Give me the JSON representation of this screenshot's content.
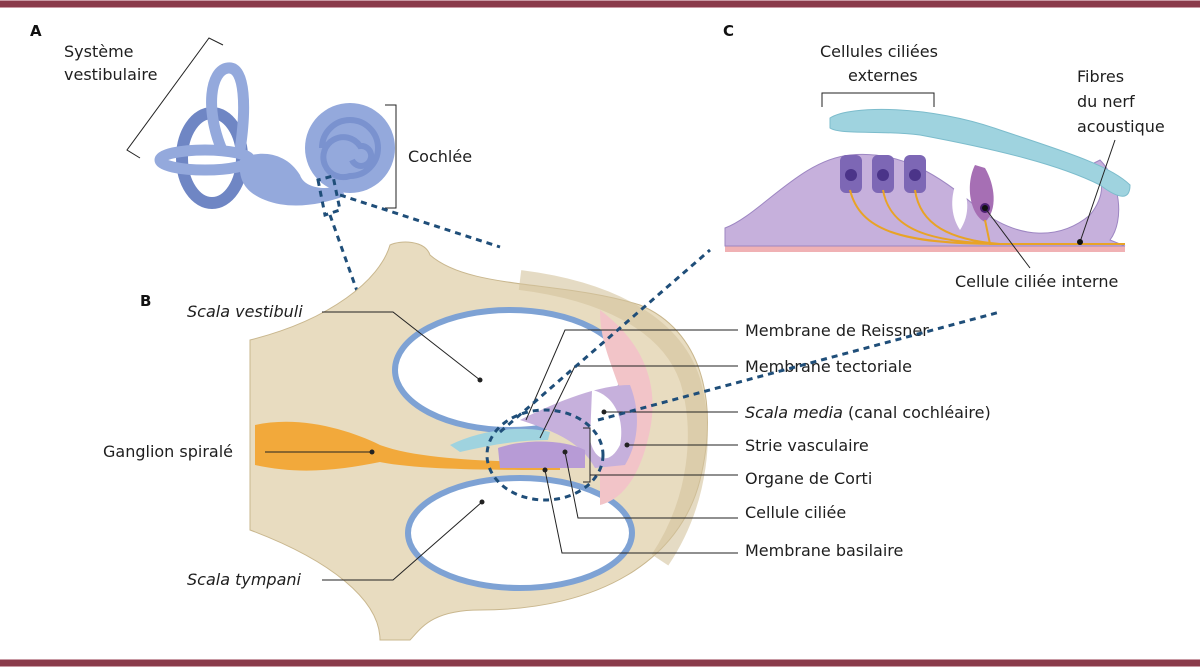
{
  "figure": {
    "panels": {
      "a": "A",
      "b": "B",
      "c": "C"
    },
    "panel_a": {
      "vestibular_label_line1": "Système",
      "vestibular_label_line2": "vestibulaire",
      "cochlea_label": "Cochlée"
    },
    "panel_b": {
      "left_labels": {
        "scala_vestibuli": "Scala vestibuli",
        "ganglion": "Ganglion spiralé",
        "scala_tympani": "Scala tympani"
      },
      "right_labels": {
        "reissner": "Membrane de Reissner",
        "tectorial": "Membrane tectoriale",
        "scala_media_italic": "Scala media",
        "scala_media_rest": " (canal cochléaire)",
        "stria": "Strie vasculaire",
        "corti": "Organe de Corti",
        "hair_cell": "Cellule ciliée",
        "basilar": "Membrane basilaire"
      }
    },
    "panel_c": {
      "outer_cells_line1": "Cellules ciliées",
      "outer_cells_line2": "externes",
      "nerve_line1": "Fibres",
      "nerve_line2": "du nerf",
      "nerve_line3": "acoustique",
      "inner_cell": "Cellule ciliée interne"
    },
    "colors": {
      "rule": "#8a3b4b",
      "bone": "#e8dcc0",
      "labyrinth": "#8fa4d6",
      "ganglion": "#f2a93b",
      "membrane_blue": "#6f9bd1",
      "stria": "#f2c4c8",
      "corti": "#c6b0dc",
      "tectorial": "#9fd3df",
      "dashed": "#1f4e79"
    }
  }
}
